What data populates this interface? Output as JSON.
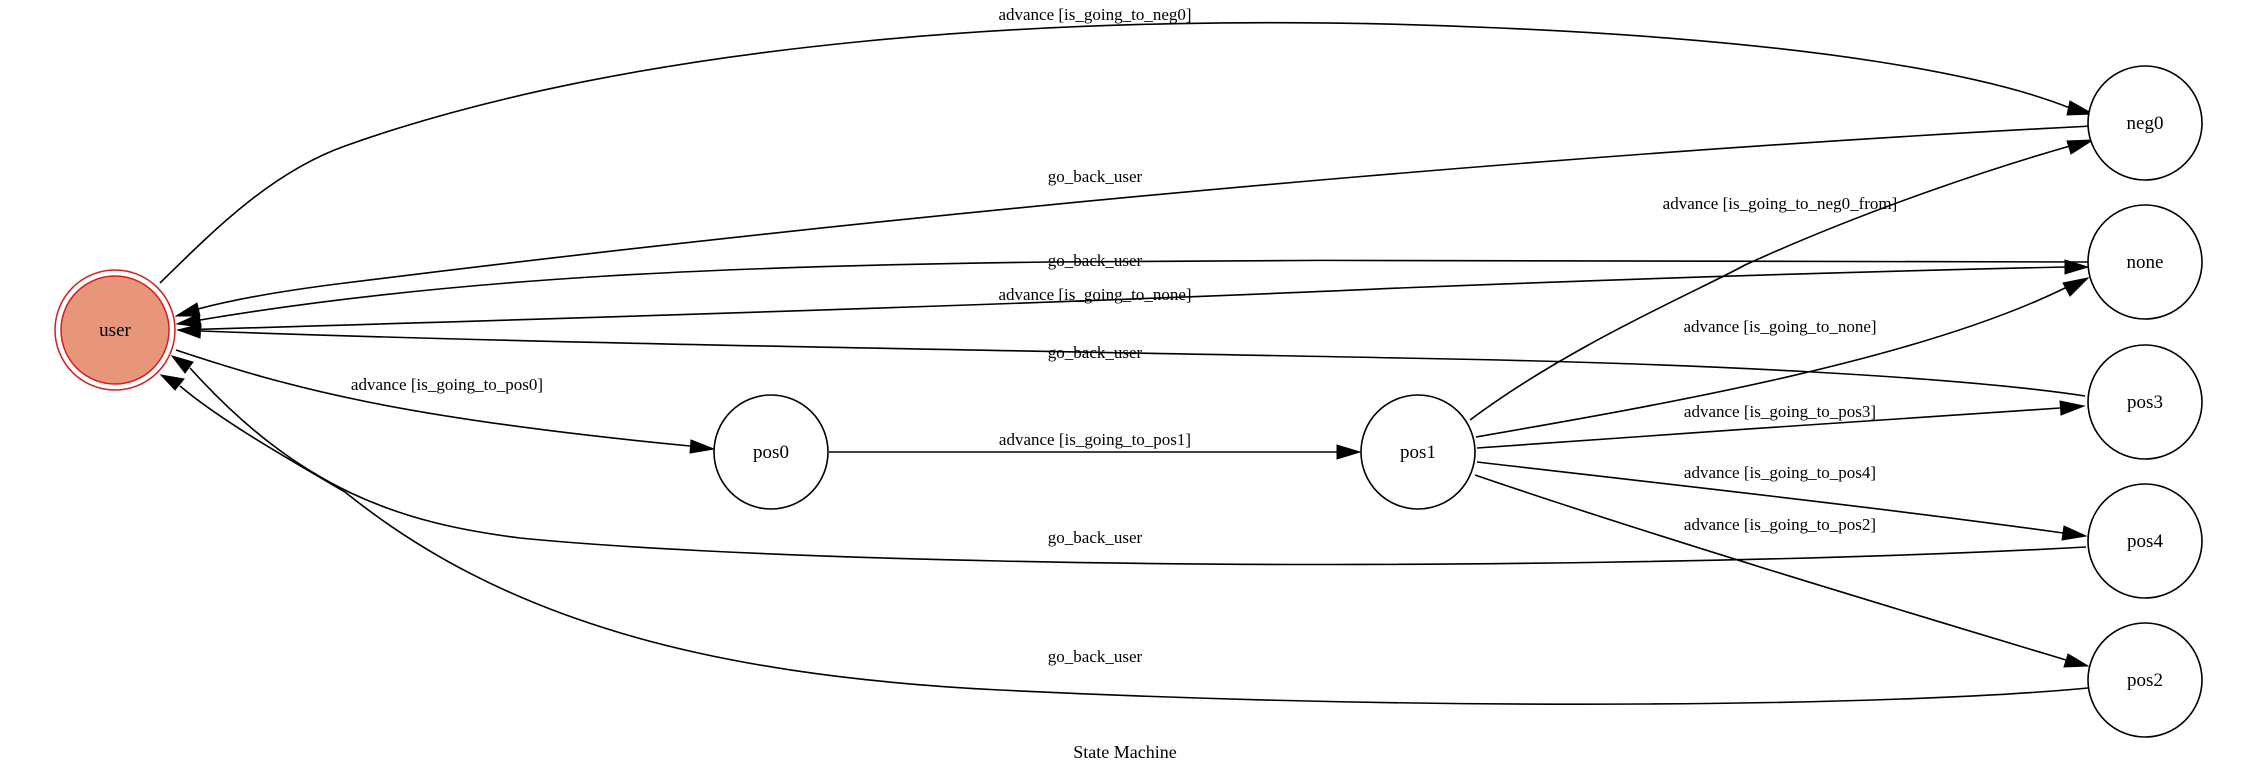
{
  "title": "State Machine",
  "colors": {
    "initial_fill": "#e8967a",
    "initial_stroke": "#d41e1e",
    "node_stroke": "#000000",
    "edge": "#000000"
  },
  "nodes": {
    "user": "user",
    "pos0": "pos0",
    "pos1": "pos1",
    "neg0": "neg0",
    "none": "none",
    "pos3": "pos3",
    "pos4": "pos4",
    "pos2": "pos2"
  },
  "edges": {
    "user_to_neg0": "advance [is_going_to_neg0]",
    "neg0_to_user": "go_back_user",
    "pos1_to_neg0": "advance [is_going_to_neg0_from]",
    "none_to_user": "go_back_user",
    "user_to_none": "advance [is_going_to_none]",
    "pos1_to_none": "advance [is_going_to_none]",
    "pos3_to_user": "go_back_user",
    "user_to_pos0": "advance [is_going_to_pos0]",
    "pos0_to_pos1": "advance [is_going_to_pos1]",
    "pos1_to_pos3": "advance [is_going_to_pos3]",
    "pos1_to_pos4": "advance [is_going_to_pos4]",
    "pos1_to_pos2": "advance [is_going_to_pos2]",
    "pos4_to_user": "go_back_user",
    "pos2_to_user": "go_back_user"
  }
}
